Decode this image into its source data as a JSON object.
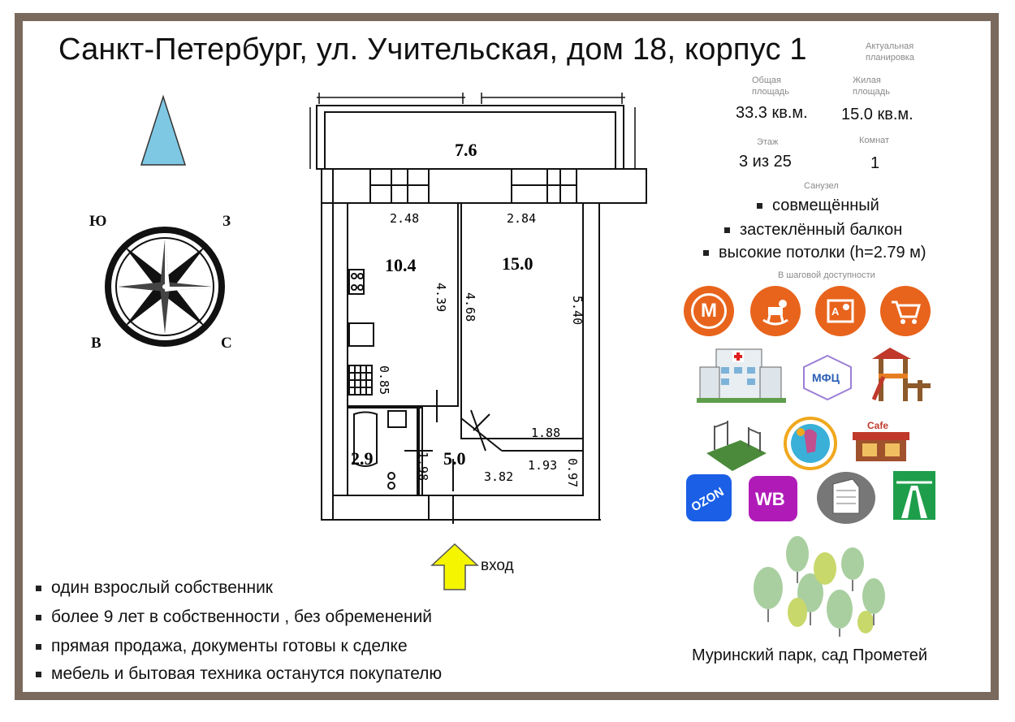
{
  "title": "Санкт-Петербург, ул. Учительская, дом 18, корпус 1",
  "info": {
    "plan_label": "Актуальная\nпланировка",
    "total_area_label": "Общая\nплощадь",
    "total_area_value": "33.3",
    "total_area_unit": "кв.м.",
    "living_area_label": "Жилая\nплощадь",
    "living_area_value": "15.0",
    "living_area_unit": "кв.м.",
    "floor_label": "Этаж",
    "floor_value": "3 из 25",
    "rooms_label": "Комнат",
    "rooms_value": "1",
    "bathroom_label": "Санузел",
    "features": [
      "совмещённый",
      "застеклённый балкон",
      "высокие потолки (h=2.79 м)"
    ],
    "walking_label": "В шаговой доступности"
  },
  "compass": {
    "top_left": "Ю",
    "top_right": "З",
    "bottom_left": "В",
    "bottom_right": "С"
  },
  "plan": {
    "balcony_length": "7.6",
    "kitchen_area": "10.4",
    "room_area": "15.0",
    "bath_area": "2.9",
    "hall_area": "5.0",
    "dims": {
      "kitchen_width": "2.48",
      "room_width": "2.84",
      "kitchen_length": "4.39",
      "room_inner": "4.68",
      "room_length": "5.40",
      "kitchen_small": "0.85",
      "room_bottom": "1.88",
      "hall_depth": "1.98",
      "hall_length": "3.82",
      "hall_right": "1.93",
      "hall_side": "0.97"
    },
    "entrance": "вход"
  },
  "notes": [
    "один взрослый собственник",
    "более 9 лет в собственности , без обременений",
    "прямая продажа, документы готовы к сделке",
    "мебель и бытовая техника останутся покупателю"
  ],
  "icons": {
    "metro": "М",
    "mfc": "МФЦ",
    "cafe": "Cafe",
    "ozon": "OZON",
    "wb": "WB"
  },
  "park_caption": "Муринский парк, сад Прометей",
  "colors": {
    "frame": "#7a6a5e",
    "accent_orange": "#e8641c",
    "arrow_yellow": "#f5f500",
    "north_triangle": "#7ec8e3"
  }
}
